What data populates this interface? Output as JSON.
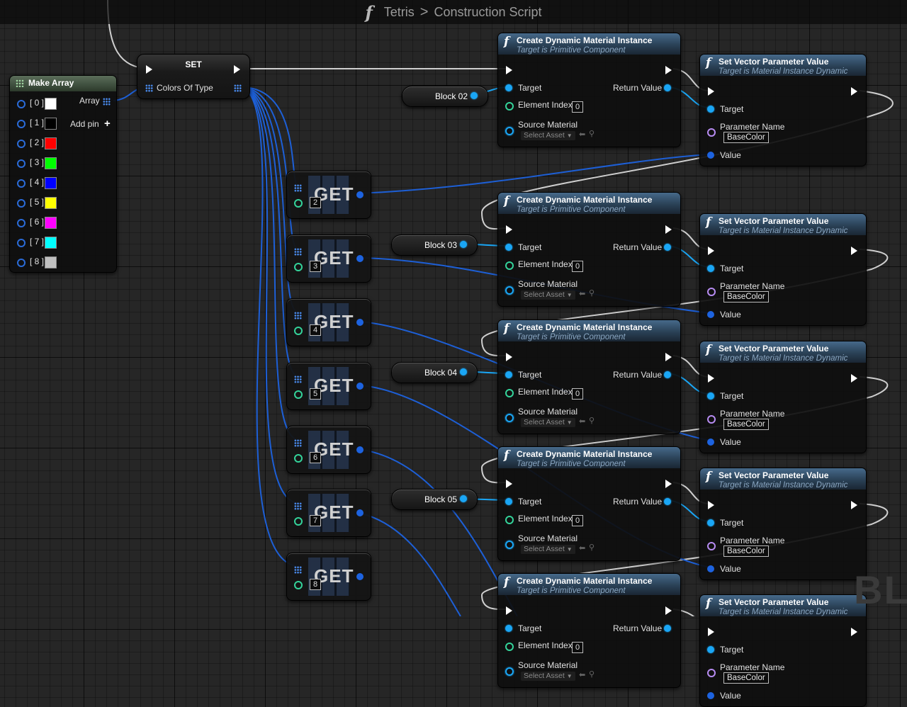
{
  "breadcrumb": {
    "icon": "function-icon",
    "asset": "Tetris",
    "separator": ">",
    "graph": "Construction Script"
  },
  "make_array": {
    "title": "Make Array",
    "output_label": "Array",
    "add_pin_label": "Add pin",
    "items": [
      {
        "label": "[ 0 ]",
        "color": "#ffffff"
      },
      {
        "label": "[ 1 ]",
        "color": "#000000"
      },
      {
        "label": "[ 2 ]",
        "color": "#ff0000"
      },
      {
        "label": "[ 3 ]",
        "color": "#00ff00"
      },
      {
        "label": "[ 4 ]",
        "color": "#0000ff"
      },
      {
        "label": "[ 5 ]",
        "color": "#ffff00"
      },
      {
        "label": "[ 6 ]",
        "color": "#ff00ff"
      },
      {
        "label": "[ 7 ]",
        "color": "#00ffff"
      },
      {
        "label": "[ 8 ]",
        "color": "#c0c0c0"
      }
    ]
  },
  "set_node": {
    "title": "SET",
    "var_label": "Colors Of Type"
  },
  "get_nodes": [
    {
      "label": "GET",
      "index": "2"
    },
    {
      "label": "GET",
      "index": "3"
    },
    {
      "label": "GET",
      "index": "4"
    },
    {
      "label": "GET",
      "index": "5"
    },
    {
      "label": "GET",
      "index": "6"
    },
    {
      "label": "GET",
      "index": "7"
    },
    {
      "label": "GET",
      "index": "8"
    }
  ],
  "block_vars": [
    "Block 02",
    "Block 03",
    "Block 04",
    "Block 05"
  ],
  "cdmi": {
    "title": "Create Dynamic Material Instance",
    "subtitle": "Target is Primitive Component",
    "target": "Target",
    "return_value": "Return Value",
    "element_index": "Element Index",
    "element_index_value": "0",
    "source_material": "Source Material",
    "select_asset": "Select Asset"
  },
  "svpv": {
    "title": "Set Vector Parameter Value",
    "subtitle": "Target is Material Instance Dynamic",
    "target": "Target",
    "parameter_name": "Parameter Name",
    "parameter_value": "BaseColor",
    "value": "Value"
  },
  "watermark": "BLU",
  "colors": {
    "exec": "#ffffff",
    "object_pin": "#1aa6f5",
    "vector_pin": "#1d63e0",
    "int_pin": "#34d39a",
    "name_pin": "#b78cf2",
    "header_blue": "#2a4156"
  }
}
